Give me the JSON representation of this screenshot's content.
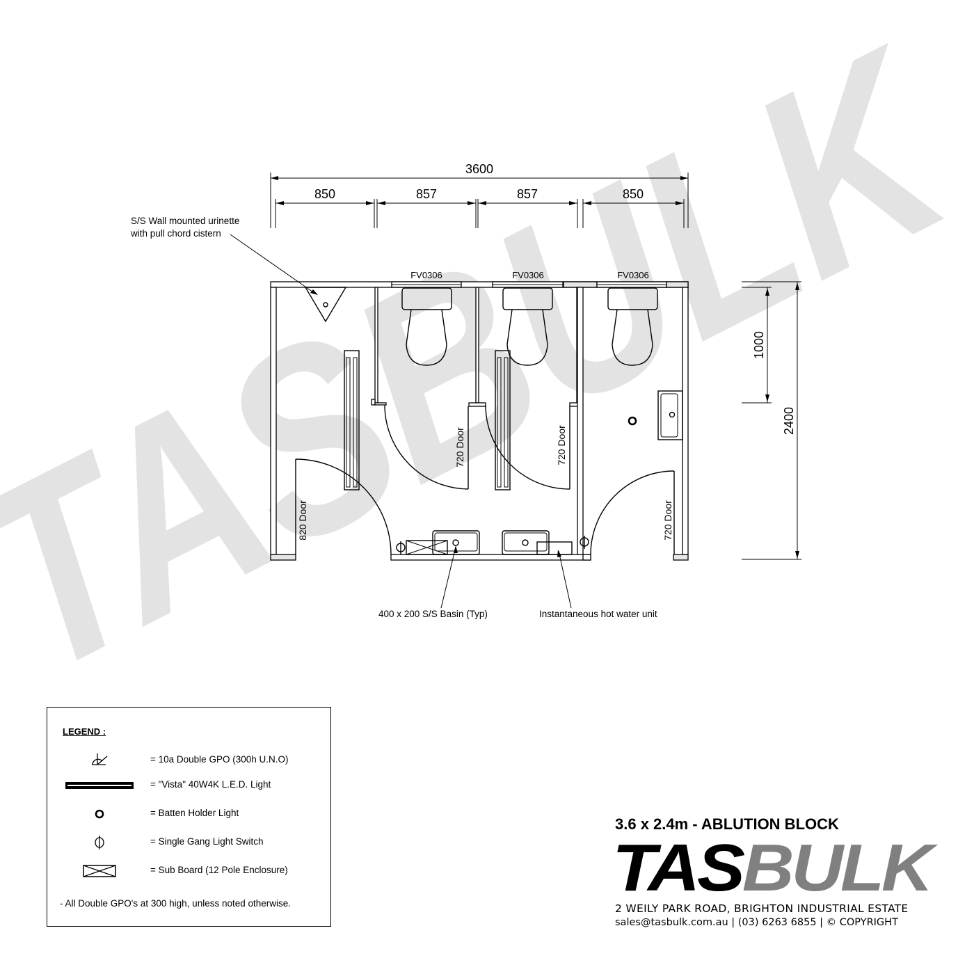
{
  "drawing": {
    "title": "3.6 x 2.4m - ABLUTION BLOCK",
    "watermark": "TASBULK",
    "dimensions": {
      "overall_width": "3600",
      "bays": [
        "850",
        "857",
        "857",
        "850"
      ],
      "overall_depth": "2400",
      "partition_depth": "1000"
    },
    "windows": [
      "FV0306",
      "FV0306",
      "FV0306"
    ],
    "doors": [
      {
        "label": "820 Door"
      },
      {
        "label": "720 Door"
      },
      {
        "label": "720 Door"
      },
      {
        "label": "720 Door"
      }
    ],
    "callouts": {
      "urinal_line1": "S/S Wall mounted urinette",
      "urinal_line2": "with pull chord cistern",
      "basin": "400 x 200 S/S Basin (Typ)",
      "hot_water": "Instantaneous hot water unit"
    }
  },
  "legend": {
    "title": "LEGEND :",
    "items": [
      {
        "icon": "double-gpo-icon",
        "text": "= 10a Double GPO (300h U.N.O)"
      },
      {
        "icon": "led-light-icon",
        "text": "= \"Vista\" 40W4K L.E.D. Light"
      },
      {
        "icon": "batten-holder-icon",
        "text": "= Batten Holder Light"
      },
      {
        "icon": "light-switch-icon",
        "text": "= Single Gang Light Switch"
      },
      {
        "icon": "sub-board-icon",
        "text": "= Sub Board (12 Pole Enclosure)"
      }
    ],
    "note": "- All Double GPO's at 300 high, unless noted otherwise."
  },
  "title_block": {
    "title": "3.6 x 2.4m - ABLUTION BLOCK",
    "logo_part1": "TAS",
    "logo_part2": "BULK",
    "address": "2 WEILY PARK ROAD, BRIGHTON INDUSTRIAL ESTATE",
    "contact": "sales@tasbulk.com.au  |  (03) 6263 6855  |  © COPYRIGHT",
    "colors": {
      "logo_dark": "#000000",
      "logo_grey": "#808080",
      "watermark": "#e3e3e3"
    }
  }
}
